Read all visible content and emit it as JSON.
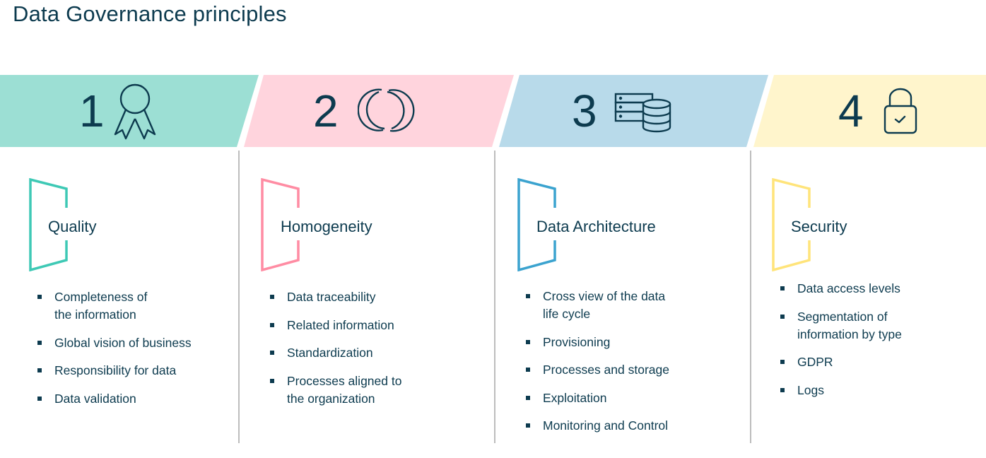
{
  "page_title": "Data Governance principles",
  "colors": {
    "text": "#0d3b4f",
    "divider": "#bdbdbd",
    "quality_band": "#9cdfd4",
    "quality_accent": "#3ec9b5",
    "homogeneity_band": "#ffd4dd",
    "homogeneity_accent": "#ff8ca3",
    "architecture_band": "#b8daea",
    "architecture_accent": "#3ba3cf",
    "security_band": "#fff5cc",
    "security_accent": "#ffe47a"
  },
  "principles": [
    {
      "number": "1",
      "icon": "award-ribbon-icon",
      "title": "Quality",
      "items": [
        "Completeness of\nthe information",
        "Global vision of business",
        "Responsibility for data",
        "Data validation"
      ]
    },
    {
      "number": "2",
      "icon": "overlapping-circles-icon",
      "title": "Homogeneity",
      "items": [
        "Data traceability",
        "Related information",
        "Standardization",
        "Processes aligned to\nthe organization"
      ]
    },
    {
      "number": "3",
      "icon": "server-database-icon",
      "title": "Data Architecture",
      "items": [
        "Cross view of the data\nlife cycle",
        "Provisioning",
        "Processes and storage",
        "Exploitation",
        "Monitoring and Control"
      ]
    },
    {
      "number": "4",
      "icon": "padlock-check-icon",
      "title": "Security",
      "items": [
        "Data access levels",
        "Segmentation of\ninformation by type",
        "GDPR",
        "Logs"
      ]
    }
  ]
}
